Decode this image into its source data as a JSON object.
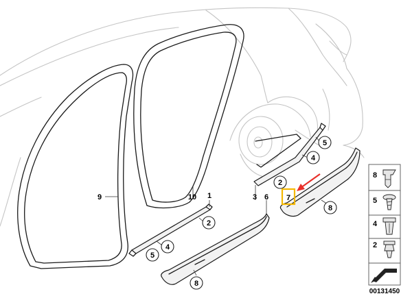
{
  "callouts": {
    "c9": "9",
    "c10": "10",
    "c1": "1",
    "c2a": "2",
    "c4a": "4",
    "c5a": "5",
    "c3": "3",
    "c6": "6",
    "c8a": "8",
    "c2b": "2",
    "c7": "7",
    "c5b": "5",
    "c4b": "4",
    "c8b": "8"
  },
  "legend": {
    "l8": "8",
    "l5": "5",
    "l4": "4",
    "l2": "2"
  },
  "diagram_number": "00131450",
  "highlight_color": "#f5b800",
  "arrow_color": "#e8302a"
}
